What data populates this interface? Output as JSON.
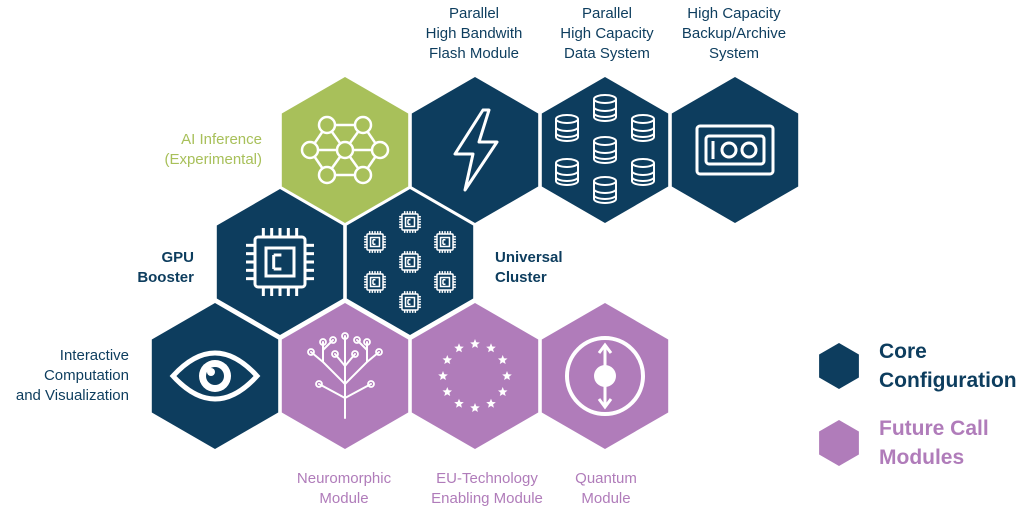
{
  "colors": {
    "core": "#0d3d5e",
    "future": "#b07cba",
    "experimental": "#a8c05a"
  },
  "modules": [
    {
      "id": "ai",
      "line1": "AI Inference",
      "line2": "(Experimental)",
      "type": "experimental",
      "icon": "neural-network-icon"
    },
    {
      "id": "flash",
      "line1": "Parallel",
      "line2": "High Bandwith",
      "line3": "Flash Module",
      "type": "core",
      "icon": "lightning-bolt-icon"
    },
    {
      "id": "data",
      "line1": "Parallel",
      "line2": "High Capacity",
      "line3": "Data System",
      "type": "core",
      "icon": "storage-disks-icon"
    },
    {
      "id": "archive",
      "line1": "High Capacity",
      "line2": "Backup/Archive",
      "line3": "System",
      "type": "core",
      "icon": "tape-cassette-icon"
    },
    {
      "id": "gpu",
      "line1": "GPU",
      "line2": "Booster",
      "type": "core",
      "icon": "chip-icon"
    },
    {
      "id": "cluster",
      "line1": "Universal",
      "line2": "Cluster",
      "type": "core",
      "icon": "chip-cluster-icon"
    },
    {
      "id": "interactive",
      "line1": "Interactive",
      "line2": "Computation",
      "line3": "and Visualization",
      "type": "core",
      "icon": "eye-icon"
    },
    {
      "id": "neuro",
      "line1": "Neuromorphic",
      "line2": "Module",
      "type": "future",
      "icon": "neuron-tree-icon"
    },
    {
      "id": "eu",
      "line1": "EU-Technology",
      "line2": "Enabling Module",
      "type": "future",
      "icon": "eu-stars-icon"
    },
    {
      "id": "quantum",
      "line1": "Quantum",
      "line2": "Module",
      "type": "future",
      "icon": "qubit-icon"
    }
  ],
  "legend": {
    "core": {
      "line1": "Core",
      "line2": "Configuration"
    },
    "future": {
      "line1": "Future Call",
      "line2": "Modules"
    }
  }
}
